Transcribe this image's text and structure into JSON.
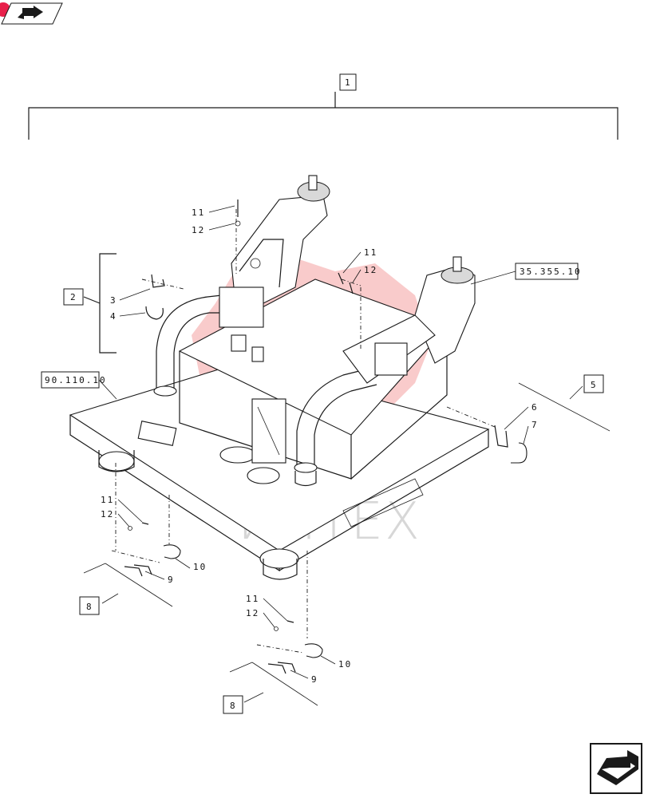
{
  "callouts": {
    "c1": "1",
    "c2": "2",
    "c3": "3",
    "c4": "4",
    "c5": "5",
    "c6": "6",
    "c7": "7",
    "c8a": "8",
    "c8b": "8",
    "c9a": "9",
    "c9b": "9",
    "c10a": "10",
    "c10b": "10",
    "c11a": "11",
    "c12a": "12",
    "c11b": "11",
    "c12b": "12",
    "c11c": "11",
    "c12c": "12",
    "c11d": "11",
    "c12d": "12"
  },
  "references": {
    "ref_right": "35.355.10",
    "ref_left": "90.110.10"
  },
  "watermark": {
    "text": "ИНТЕХ",
    "color": "#f28b8b"
  },
  "icons": {
    "top_left": "back-arrow-icon",
    "bottom_right": "next-page-arrow-icon"
  }
}
